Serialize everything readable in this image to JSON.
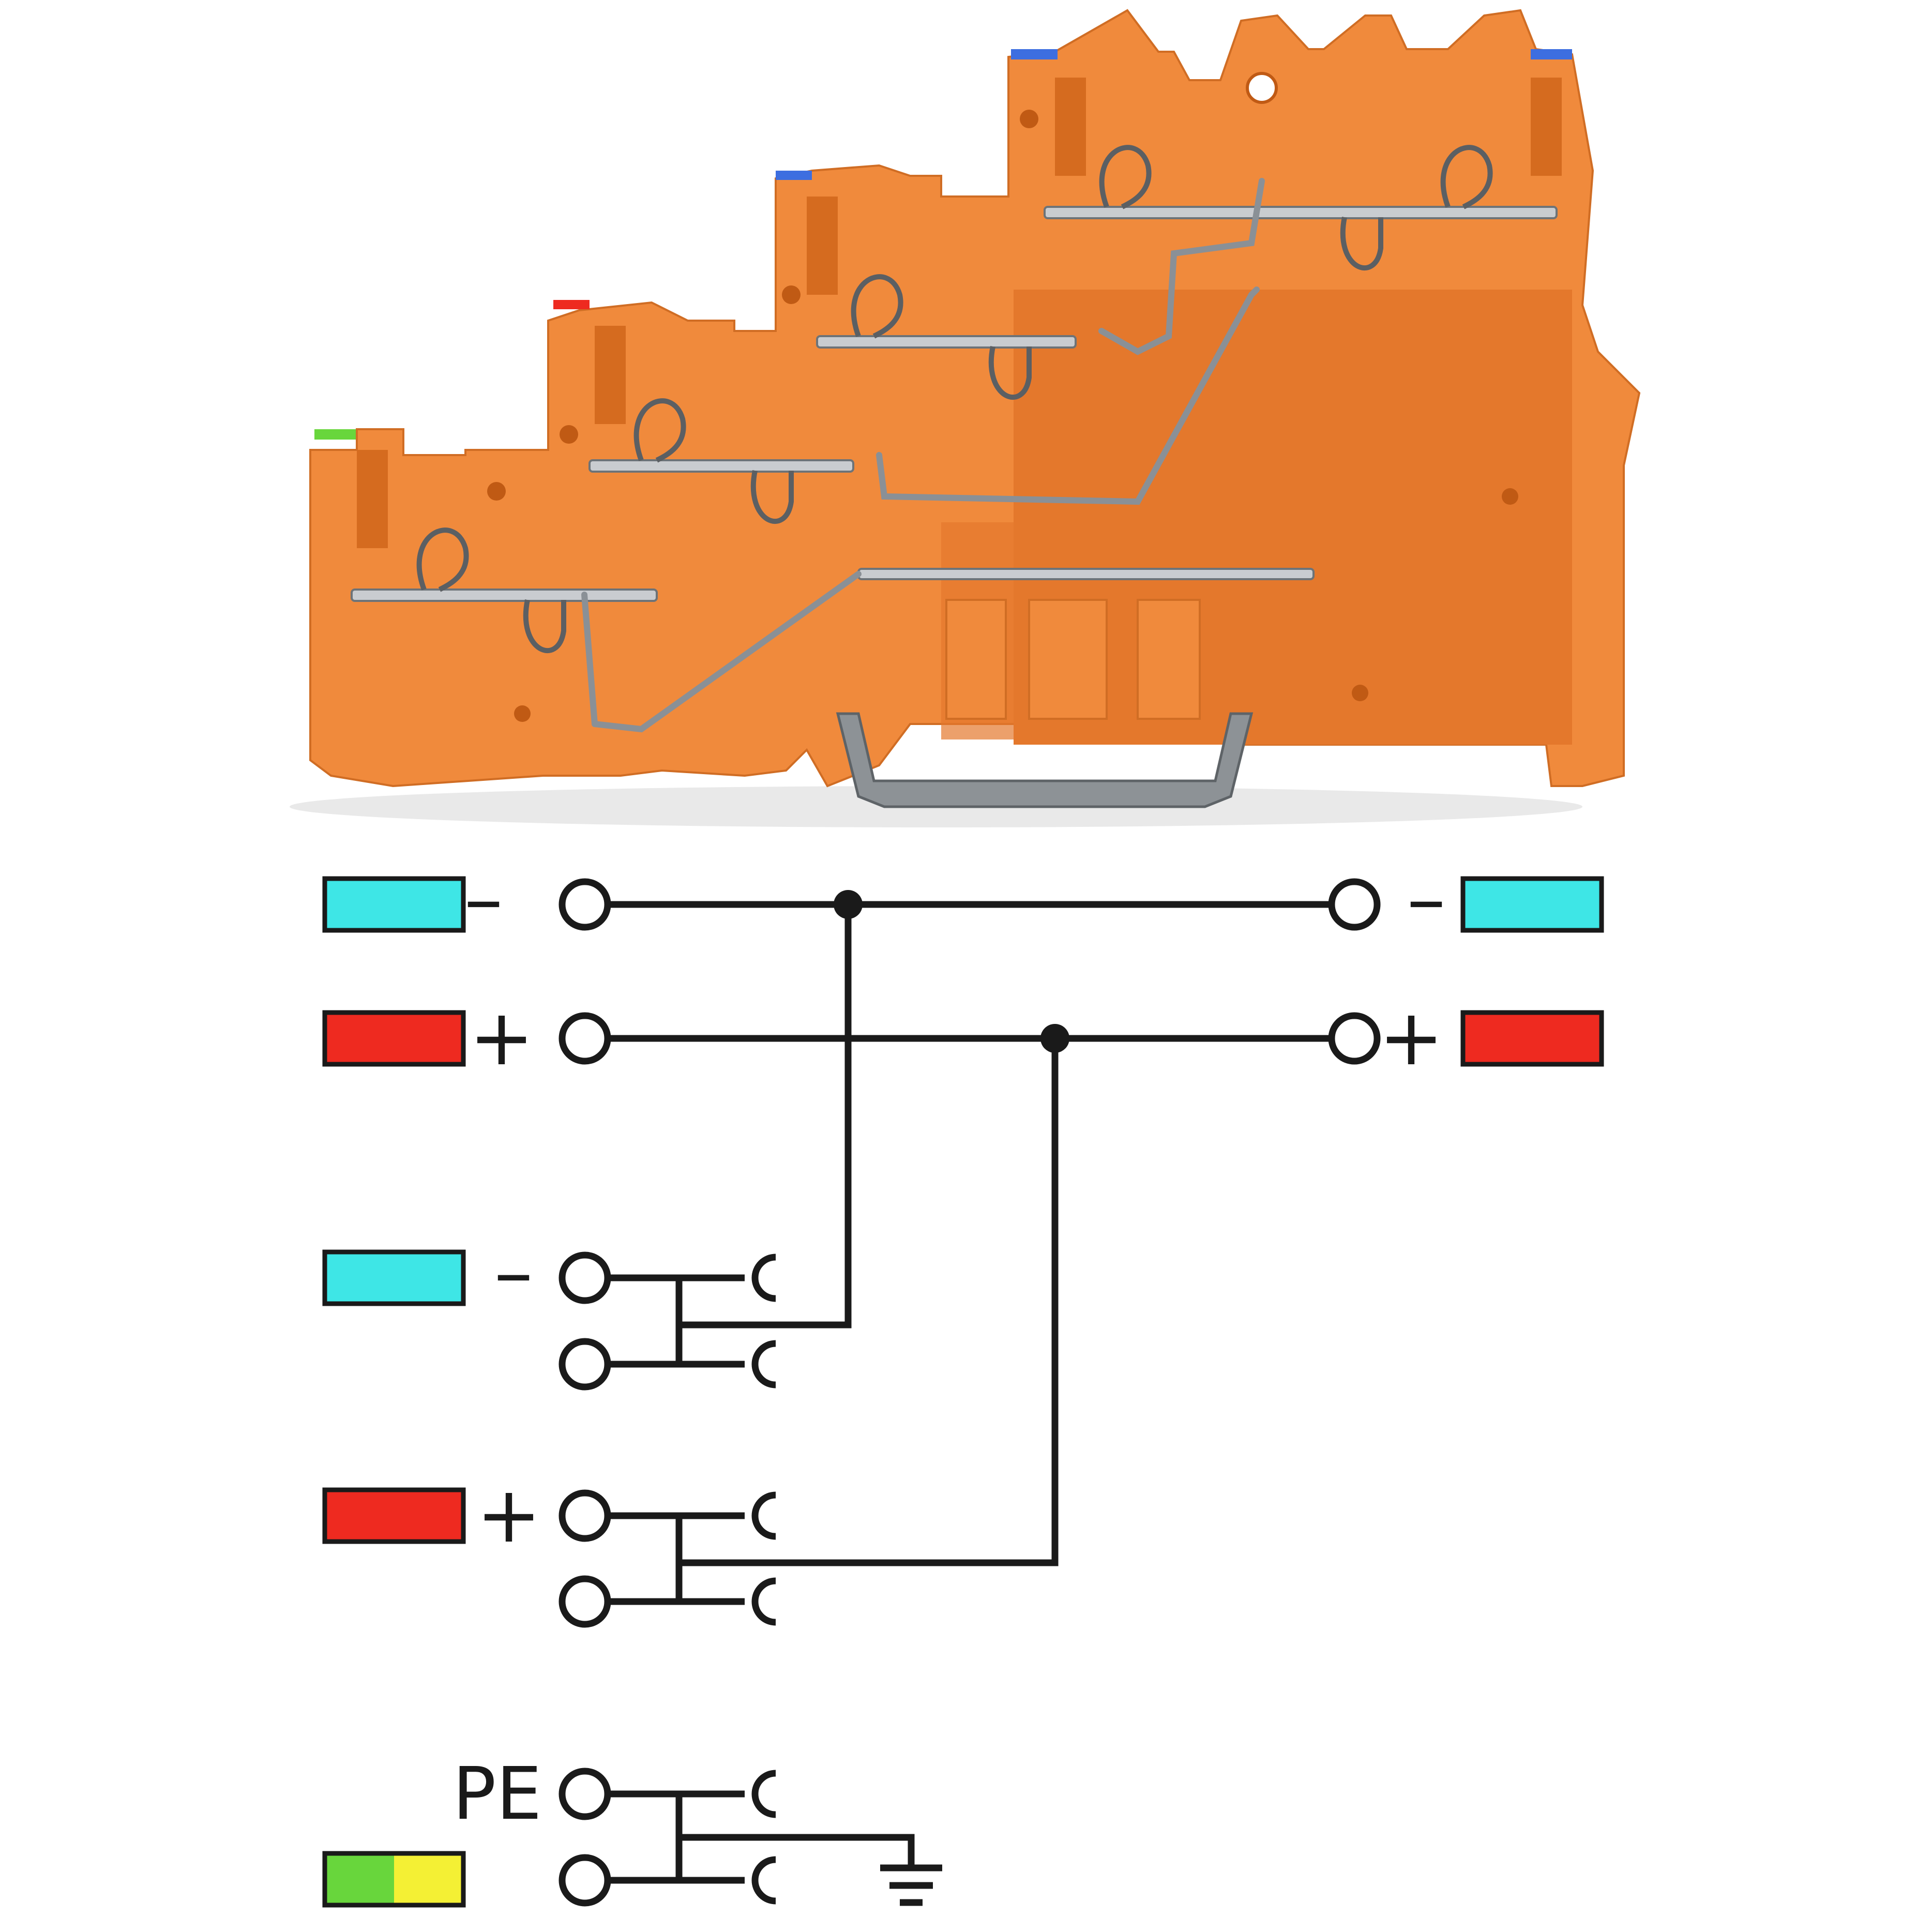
{
  "colors": {
    "minus": "#3ee6e6",
    "plus": "#ee2a20",
    "pe_green": "#68d63c",
    "pe_yellow": "#f4f034",
    "line": "#1a1a1a",
    "housing": "#f08a3c"
  },
  "rows": [
    {
      "id": "top-minus",
      "sign": "–",
      "right_sign": "–"
    },
    {
      "id": "top-plus",
      "sign": "+",
      "right_sign": "+"
    },
    {
      "id": "mid-minus",
      "sign": "–"
    },
    {
      "id": "mid-plus",
      "sign": "+"
    },
    {
      "id": "pe",
      "label": "PE"
    }
  ],
  "icons": {
    "ground": "ground-icon",
    "terminal": "terminal-circle-icon",
    "fork": "fork-connector-icon"
  }
}
